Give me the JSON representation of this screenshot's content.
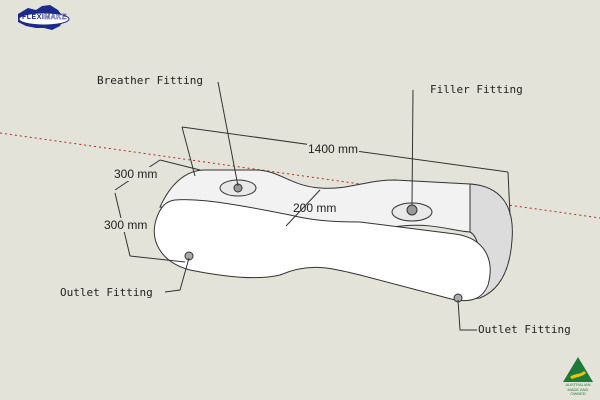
{
  "logo": {
    "brand_text": "FLEXIMAKE"
  },
  "badge": {
    "text": "AUSTRALIAN MADE AND OWNED"
  },
  "labels": {
    "breather": "Breather Fitting",
    "filler": "Filler Fitting",
    "outlet_left": "Outlet Fitting",
    "outlet_right": "Outlet Fitting"
  },
  "dimensions": {
    "length": "1400 mm",
    "width": "300 mm",
    "height": "300 mm",
    "waist": "200 mm"
  },
  "colors": {
    "background": "#e4e3d9",
    "tank": "#ffffff",
    "logo": "#1c2a8c",
    "badge": "#1f7a3a",
    "axis": "#b03020"
  }
}
